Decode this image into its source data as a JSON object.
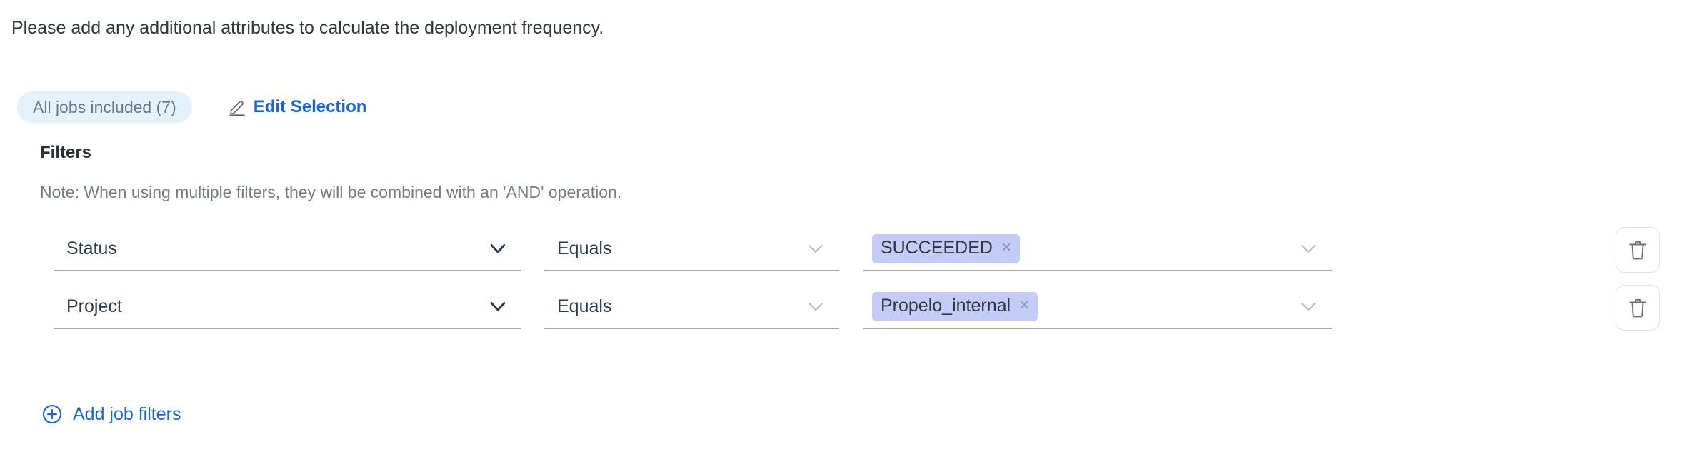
{
  "intro": {
    "text": "Please add any additional attributes to calculate the deployment frequency."
  },
  "selection": {
    "badge_label": "All jobs included (7)",
    "edit_label": "Edit Selection",
    "edit_icon": "pencil-icon"
  },
  "filters": {
    "title": "Filters",
    "note": "Note: When using multiple filters, they will be combined with an 'AND' operation.",
    "add_label": "Add job filters",
    "add_icon": "plus-circle-icon",
    "delete_icon": "trash-icon",
    "chevron_icon": "chevron-down-icon",
    "chip_remove_icon": "close-icon",
    "rows": [
      {
        "attribute": "Status",
        "operator": "Equals",
        "values": [
          {
            "label": "SUCCEEDED",
            "remove": "×"
          }
        ]
      },
      {
        "attribute": "Project",
        "operator": "Equals",
        "values": [
          {
            "label": "Propelo_internal",
            "remove": "×"
          }
        ]
      }
    ]
  },
  "colors": {
    "link": "#1a64d6",
    "badge_bg": "#e3f2fb",
    "badge_text": "#6d7887",
    "chip_bg": "#c3cbf7",
    "field_text": "#2b3a55",
    "underline": "#a9a9a9",
    "note_text": "#767b82"
  }
}
